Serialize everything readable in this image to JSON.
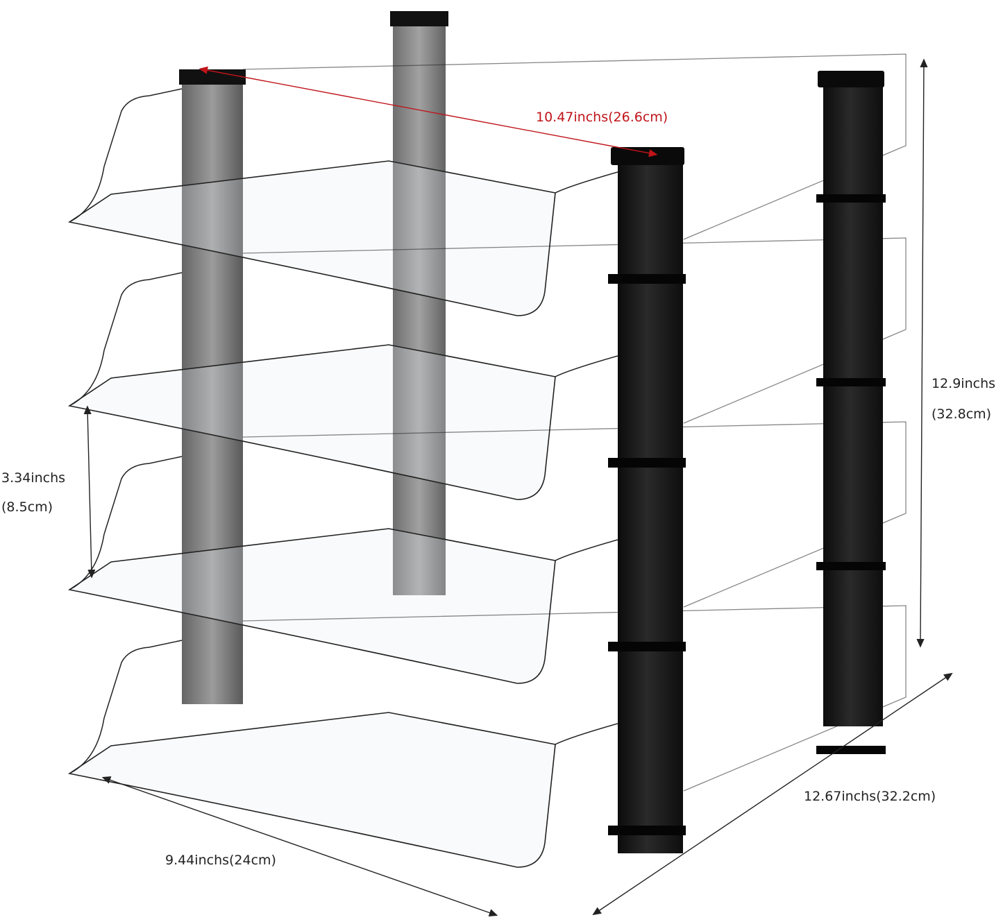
{
  "dimensions": {
    "top_width": {
      "text": "10.47inchs(26.6cm)",
      "color": "#c0141a"
    },
    "height_inches": "12.9inchs",
    "height_cm": "(32.8cm)",
    "gap_inches": "3.34inchs",
    "gap_cm": "(8.5cm)",
    "front_width": "9.44inchs(24cm)",
    "depth": "12.67inchs(32.2cm)"
  },
  "product": {
    "tiers": 4,
    "acrylic_color": "#3a3a3a",
    "post_color": "#141414",
    "line_color": "#222222"
  }
}
